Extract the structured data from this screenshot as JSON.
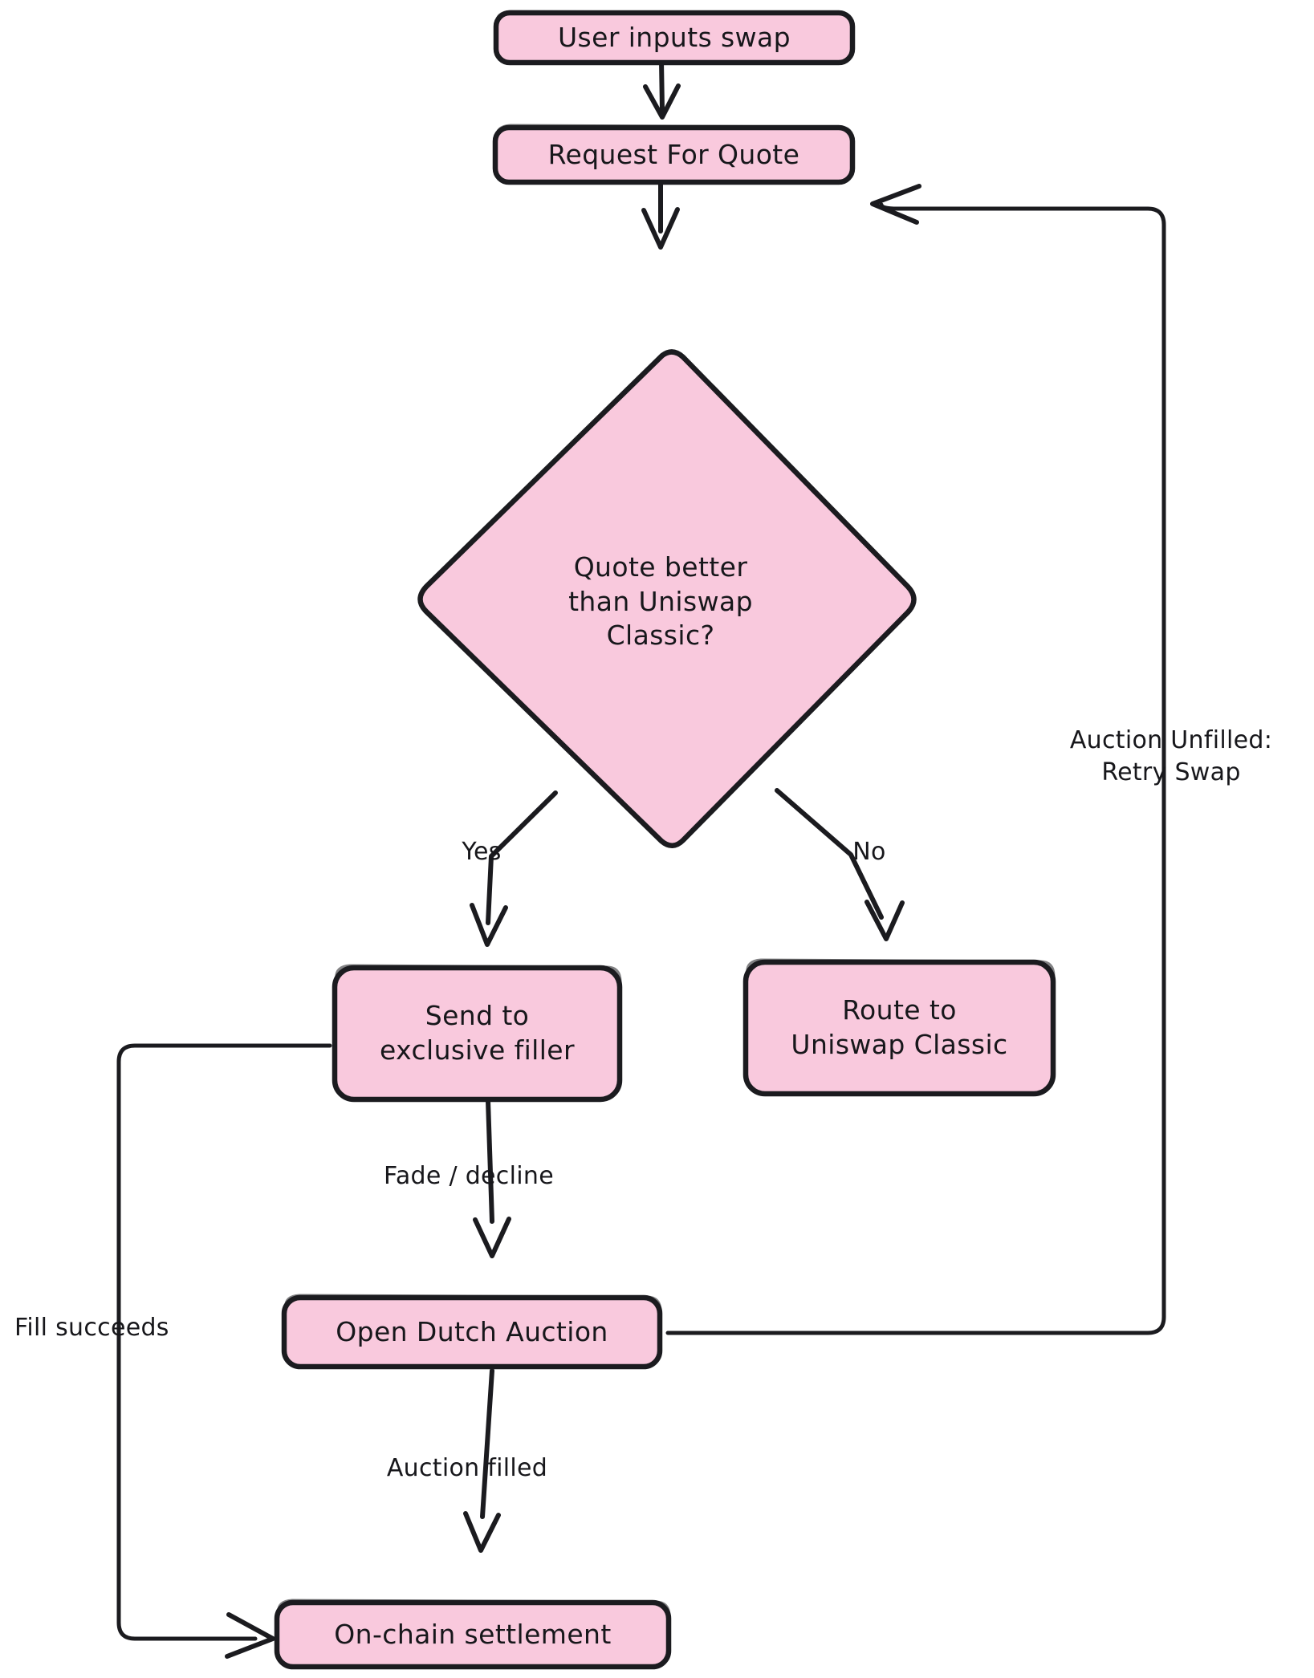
{
  "diagram": {
    "title": "Uniswap X swap routing flow",
    "type": "flowchart",
    "direction": "top-to-bottom",
    "background_color": "#ffffff",
    "node_fill_color": "#f9c9dd",
    "node_stroke_color": "#1b1b1f",
    "edge_color": "#1b1b1f",
    "text_color": "#17171b",
    "style": "hand-drawn",
    "nodes": [
      {
        "id": "user_input",
        "label": "User inputs swap",
        "shape": "rounded-rect"
      },
      {
        "id": "rfq",
        "label": "Request For Quote",
        "shape": "rounded-rect"
      },
      {
        "id": "decision",
        "label": "Quote better\nthan Uniswap\nClassic?",
        "shape": "diamond"
      },
      {
        "id": "exclusive",
        "label": "Send to\nexclusive filler",
        "shape": "rounded-rect"
      },
      {
        "id": "classic",
        "label": "Route to\nUniswap Classic",
        "shape": "rounded-rect"
      },
      {
        "id": "dutch_auction",
        "label": "Open Dutch Auction",
        "shape": "rounded-rect"
      },
      {
        "id": "settlement",
        "label": "On-chain settlement",
        "shape": "rounded-rect"
      }
    ],
    "edges": [
      {
        "id": "e1",
        "from": "user_input",
        "to": "rfq",
        "label": ""
      },
      {
        "id": "e2",
        "from": "rfq",
        "to": "decision",
        "label": ""
      },
      {
        "id": "e3",
        "from": "decision",
        "to": "exclusive",
        "label": "Yes"
      },
      {
        "id": "e4",
        "from": "decision",
        "to": "classic",
        "label": "No"
      },
      {
        "id": "e5",
        "from": "exclusive",
        "to": "dutch_auction",
        "label": "Fade / decline"
      },
      {
        "id": "e6",
        "from": "dutch_auction",
        "to": "settlement",
        "label": "Auction filled"
      },
      {
        "id": "e7",
        "from": "dutch_auction",
        "to": "rfq",
        "label": "Auction Unfilled:\nRetry Swap"
      },
      {
        "id": "e8",
        "from": "exclusive",
        "to": "settlement",
        "label": "Fill succeeds"
      }
    ]
  }
}
